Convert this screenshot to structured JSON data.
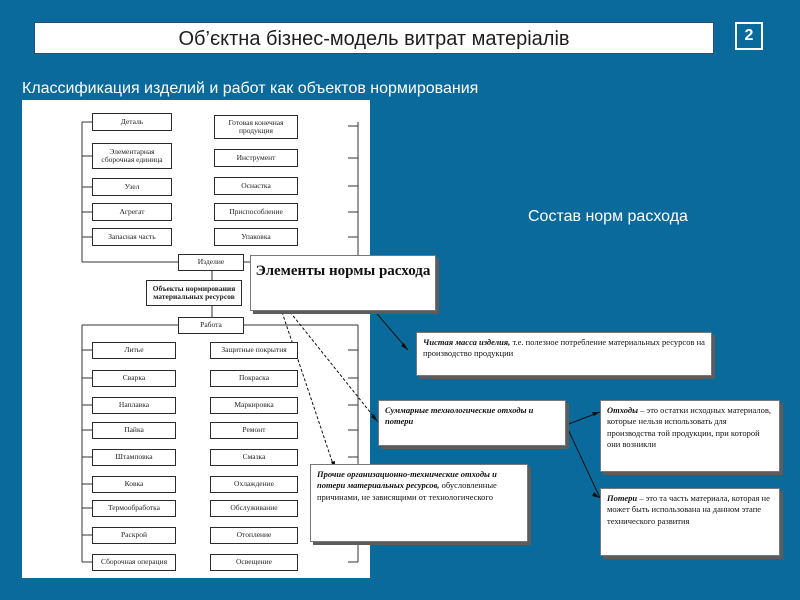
{
  "header": {
    "title": "Об’єктна бізнес-модель витрат матеріалів",
    "page_number": "2"
  },
  "subtitle": "Классификация изделий и работ как объектов нормирования",
  "section_label": "Состав норм расхода",
  "tree": {
    "product_left": [
      "Деталь",
      "Элементарная сборочная единица",
      "Узел",
      "Агрегат",
      "Запасная часть"
    ],
    "product_right": [
      "Готовая конечная продукция",
      "Инструмент",
      "Оснастка",
      "Приспособление",
      "Упаковка"
    ],
    "product_group": "Изделие",
    "root": "Объекты нормирования материальных ресурсов",
    "work_group": "Работа",
    "work_left": [
      "Литье",
      "Сварка",
      "Наплавка",
      "Пайка",
      "Штамповка",
      "Ковка",
      "Термообработка",
      "Раскрой",
      "Сборочная операция"
    ],
    "work_right": [
      "Защитные покрытия",
      "Покраска",
      "Маркировка",
      "Ремонт",
      "Смазка",
      "Охлаждение",
      "Обслуживание",
      "Отопление",
      "Освещение"
    ]
  },
  "callouts": {
    "main": "Элементы нормы расхода",
    "net_mass_term": "Чистая масса изделия,",
    "net_mass_text": " т.е. полезное потребление материальных ресурсов на производство продукции",
    "tech_waste_term": "Суммарные технологические отходы и потери",
    "waste_term": "Отходы",
    "waste_text": " – это остатки исходных материалов, которые нельзя использовать для производства той продукции, при которой они возникли",
    "loss_term": "Потери",
    "loss_text": " – это та часть материала, которая не может быть использована на данном этапе технического развития",
    "other_term": "Прочие организационно-технические отходы и потери материальных ресурсов,",
    "other_text": " обусловленные причинами, не зависящими от технологического"
  }
}
